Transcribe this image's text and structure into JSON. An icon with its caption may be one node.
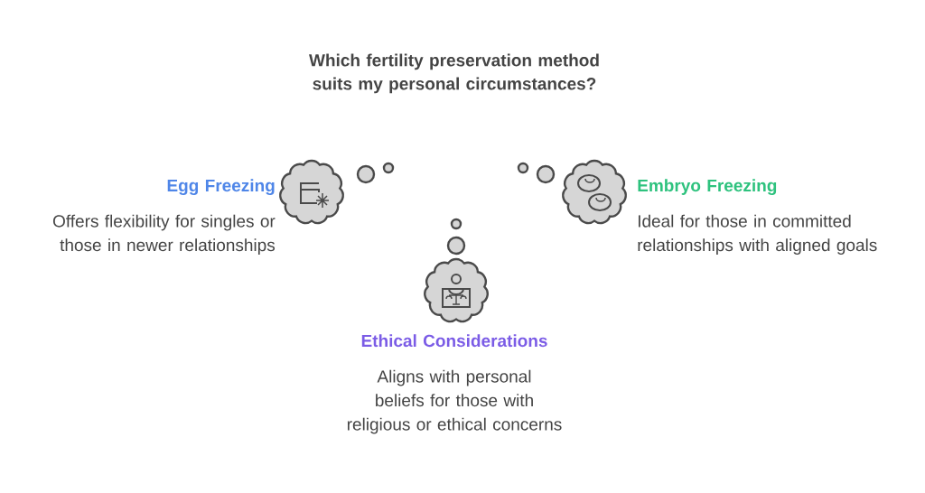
{
  "diagram": {
    "title": "Which fertility preservation method suits my personal circumstances?",
    "nodes": [
      {
        "text": [
          "Egg Freezing",
          "Offers flexibility for singles or those in newer relationships"
        ]
      },
      {
        "text": [
          "Embryo Freezing",
          "Ideal for those in committed relationships with aligned goals"
        ]
      },
      {
        "text": [
          "Ethical Considerations",
          "Aligns with personal beliefs for those with religious or ethical concerns"
        ]
      }
    ]
  }
}
